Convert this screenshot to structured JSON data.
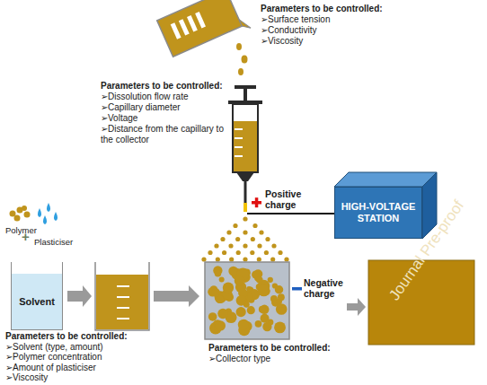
{
  "diagram": {
    "nodes": [
      {
        "text": [
          "HIGH-VOLTAGE STATION"
        ]
      },
      {
        "text": [
          "Solvent"
        ]
      }
    ],
    "labels": [
      "Parameters to be controlled:",
      "➢Surface tension",
      "➢Conductivity",
      "➢Viscosity",
      "Parameters to be controlled:",
      "➢Dissolution flow rate",
      "➢Capillary diameter",
      "➢Voltage",
      "➢Distance from the capillary to the collector",
      "Positive charge",
      "Polymer",
      "+",
      "Plasticiser",
      "Parameters to be controlled:",
      "➢Solvent (type, amount)",
      "➢Polymer concentration",
      "➢Amount of plasticiser",
      "➢Viscosity",
      "Negative charge",
      "Parameters to be controlled:",
      "➢Collector type",
      "Journal Pre-proof"
    ]
  }
}
